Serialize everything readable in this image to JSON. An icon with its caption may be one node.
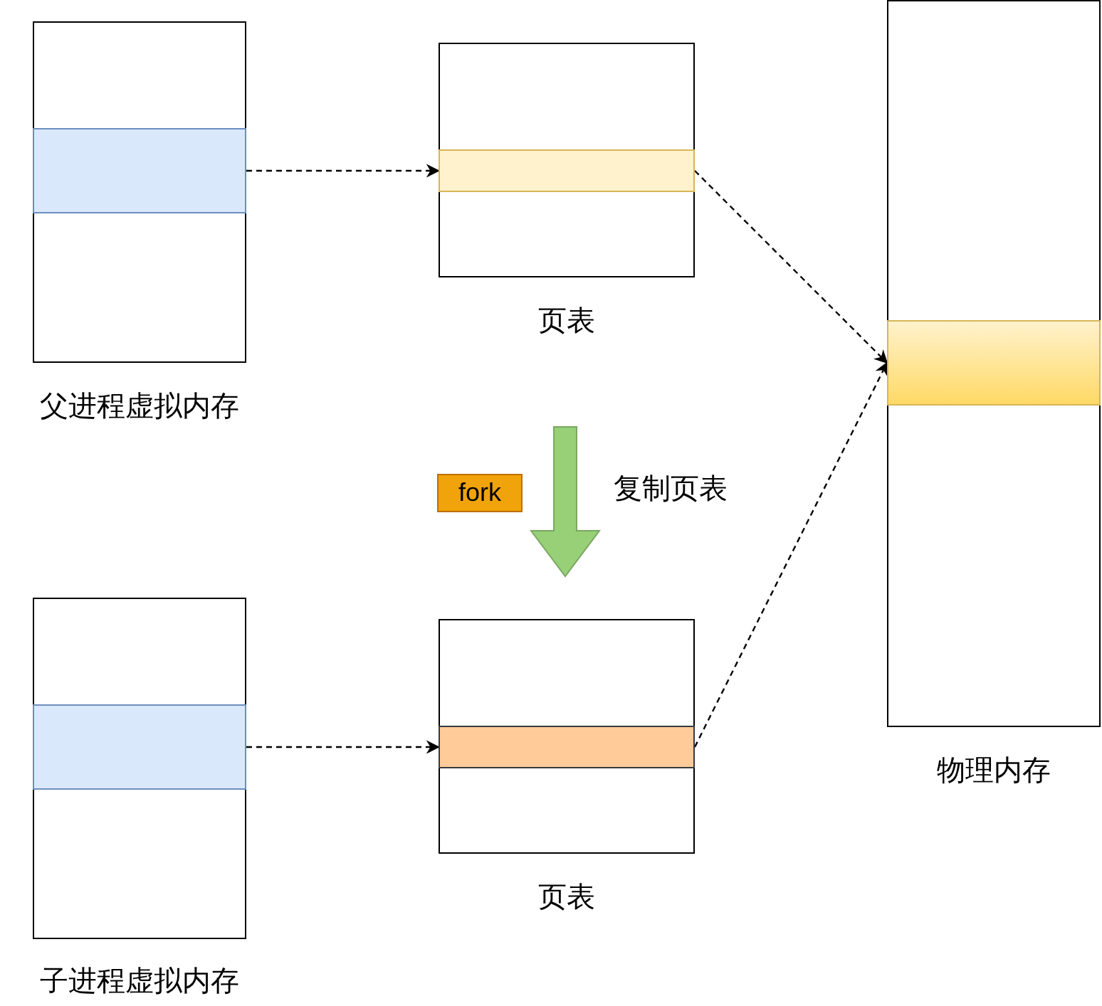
{
  "diagram": {
    "nodes": [
      {
        "text": [],
        "shape": "box",
        "beside": [
          "父进程虚拟内存"
        ]
      },
      {
        "text": [],
        "shape": "bar",
        "in": 0
      },
      {
        "text": [],
        "shape": "box",
        "beside": [
          "页表"
        ]
      },
      {
        "text": [],
        "shape": "bar",
        "in": 2
      },
      {
        "text": [],
        "shape": "box",
        "beside": [
          "物理内存"
        ]
      },
      {
        "text": [],
        "shape": "bar",
        "in": 4
      },
      {
        "text": [
          "fork"
        ]
      },
      {
        "text": [],
        "shape": "box",
        "beside": [
          "子进程虚拟内存"
        ]
      },
      {
        "text": [],
        "shape": "bar",
        "in": 7
      },
      {
        "text": [],
        "shape": "box",
        "beside": [
          "页表"
        ]
      },
      {
        "text": [],
        "shape": "bar",
        "in": 9
      }
    ],
    "edges": [
      {
        "from": 1,
        "to": 3,
        "arrow": "to",
        "style": "dashed"
      },
      {
        "from": 3,
        "to": 5,
        "arrow": "to",
        "style": "dashed"
      },
      {
        "from": 2,
        "to": 9,
        "arrow": "to",
        "style": "thick",
        "color": "#97d077",
        "label": "复制页表"
      },
      {
        "from": 8,
        "to": 10,
        "arrow": "to",
        "style": "dashed"
      },
      {
        "from": 10,
        "to": 5,
        "arrow": "to",
        "style": "dashed"
      }
    ]
  }
}
